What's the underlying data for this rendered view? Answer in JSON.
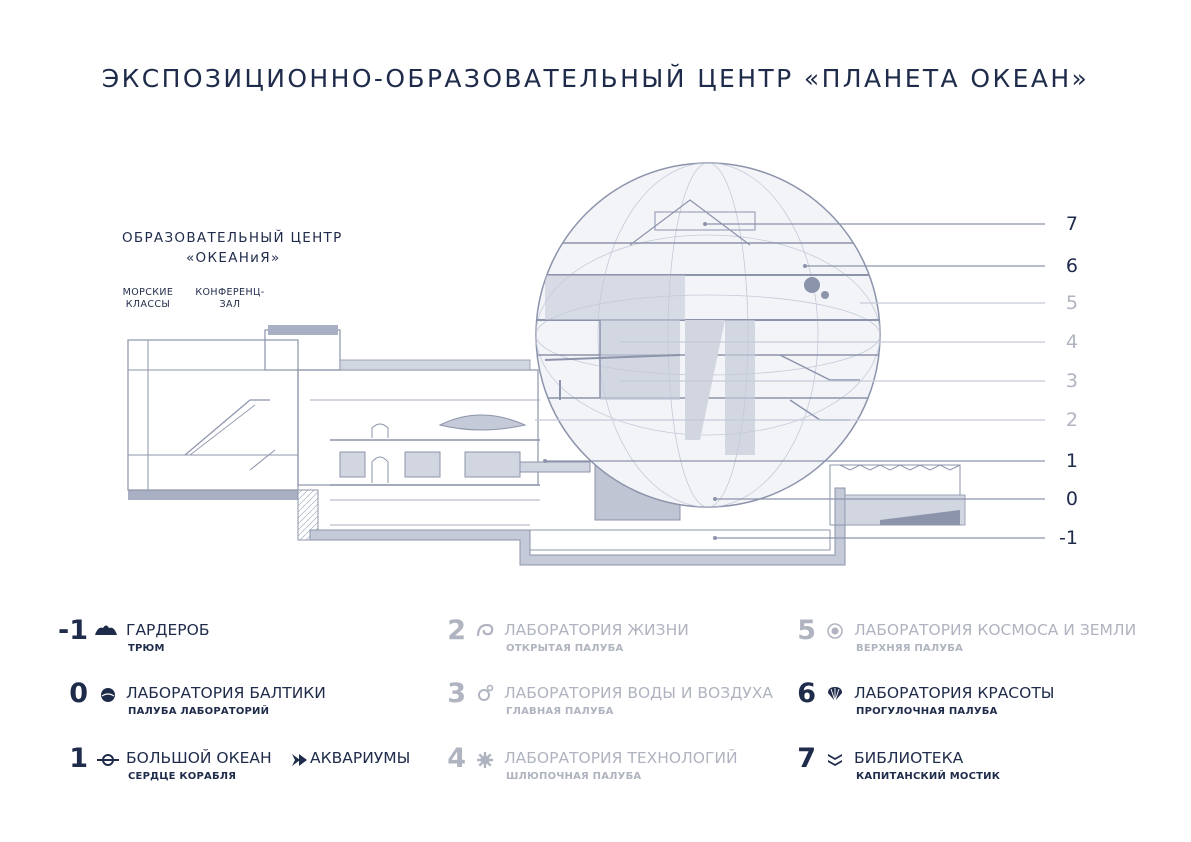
{
  "title": "ЭКСПОЗИЦИОННО-ОБРАЗОВАТЕЛЬНЫЙ ЦЕНТР «ПЛАНЕТА ОКЕАН»",
  "education_center": {
    "line1": "ОБРАЗОВАТЕЛЬНЫЙ ЦЕНТР",
    "line2": "«ОКЕАНиЯ»"
  },
  "labels": {
    "sea_classes": "МОРСКИЕ\nКЛАССЫ",
    "conference_hall": "КОНФЕРЕНЦ-\nЗАЛ"
  },
  "floor_numbers": [
    "7",
    "6",
    "5",
    "4",
    "3",
    "2",
    "1",
    "0",
    "-1"
  ],
  "colors": {
    "dark": "#1f2b4a",
    "light": "#b0b4c0",
    "line": "#8c94ab",
    "fill": "#a9b0c4"
  },
  "legend": [
    {
      "num": "-1",
      "icon": "wardrobe-icon",
      "title": "ГАРДЕРОБ",
      "sub": "ТРЮМ",
      "tone": "dark"
    },
    {
      "num": "0",
      "icon": "baltic-icon",
      "title": "ЛАБОРАТОРИЯ БАЛТИКИ",
      "sub": "ПАЛУБА ЛАБОРАТОРИЙ",
      "tone": "dark"
    },
    {
      "num": "1",
      "icon": "ocean-icon",
      "title": "БОЛЬШОЙ ОКЕАН",
      "extra_icon": "fish-icon",
      "extra": "АКВАРИУМЫ",
      "sub": "СЕРДЦЕ КОРАБЛЯ",
      "tone": "dark"
    },
    {
      "num": "2",
      "icon": "shell-icon",
      "title": "ЛАБОРАТОРИЯ ЖИЗНИ",
      "sub": "ОТКРЫТАЯ ПАЛУБА",
      "tone": "light"
    },
    {
      "num": "3",
      "icon": "bubbles-icon",
      "title": "ЛАБОРАТОРИЯ ВОДЫ И ВОЗДУХА",
      "sub": "ГЛАВНАЯ ПАЛУБА",
      "tone": "light"
    },
    {
      "num": "4",
      "icon": "gear-icon",
      "title": "ЛАБОРАТОРИЯ ТЕХНОЛОГИЙ",
      "sub": "ШЛЮПОЧНАЯ ПАЛУБА",
      "tone": "light"
    },
    {
      "num": "5",
      "icon": "planet-icon",
      "title": "ЛАБОРАТОРИЯ КОСМОСА И ЗЕМЛИ",
      "sub": "ВЕРХНЯЯ ПАЛУБА",
      "tone": "light"
    },
    {
      "num": "6",
      "icon": "scallop-icon",
      "title": "ЛАБОРАТОРИЯ КРАСОТЫ",
      "sub": "ПРОГУЛОЧНАЯ ПАЛУБА",
      "tone": "dark"
    },
    {
      "num": "7",
      "icon": "book-icon",
      "title": "БИБЛИОТЕКА",
      "sub": "КАПИТАНСКИЙ МОСТИК",
      "tone": "dark"
    }
  ]
}
